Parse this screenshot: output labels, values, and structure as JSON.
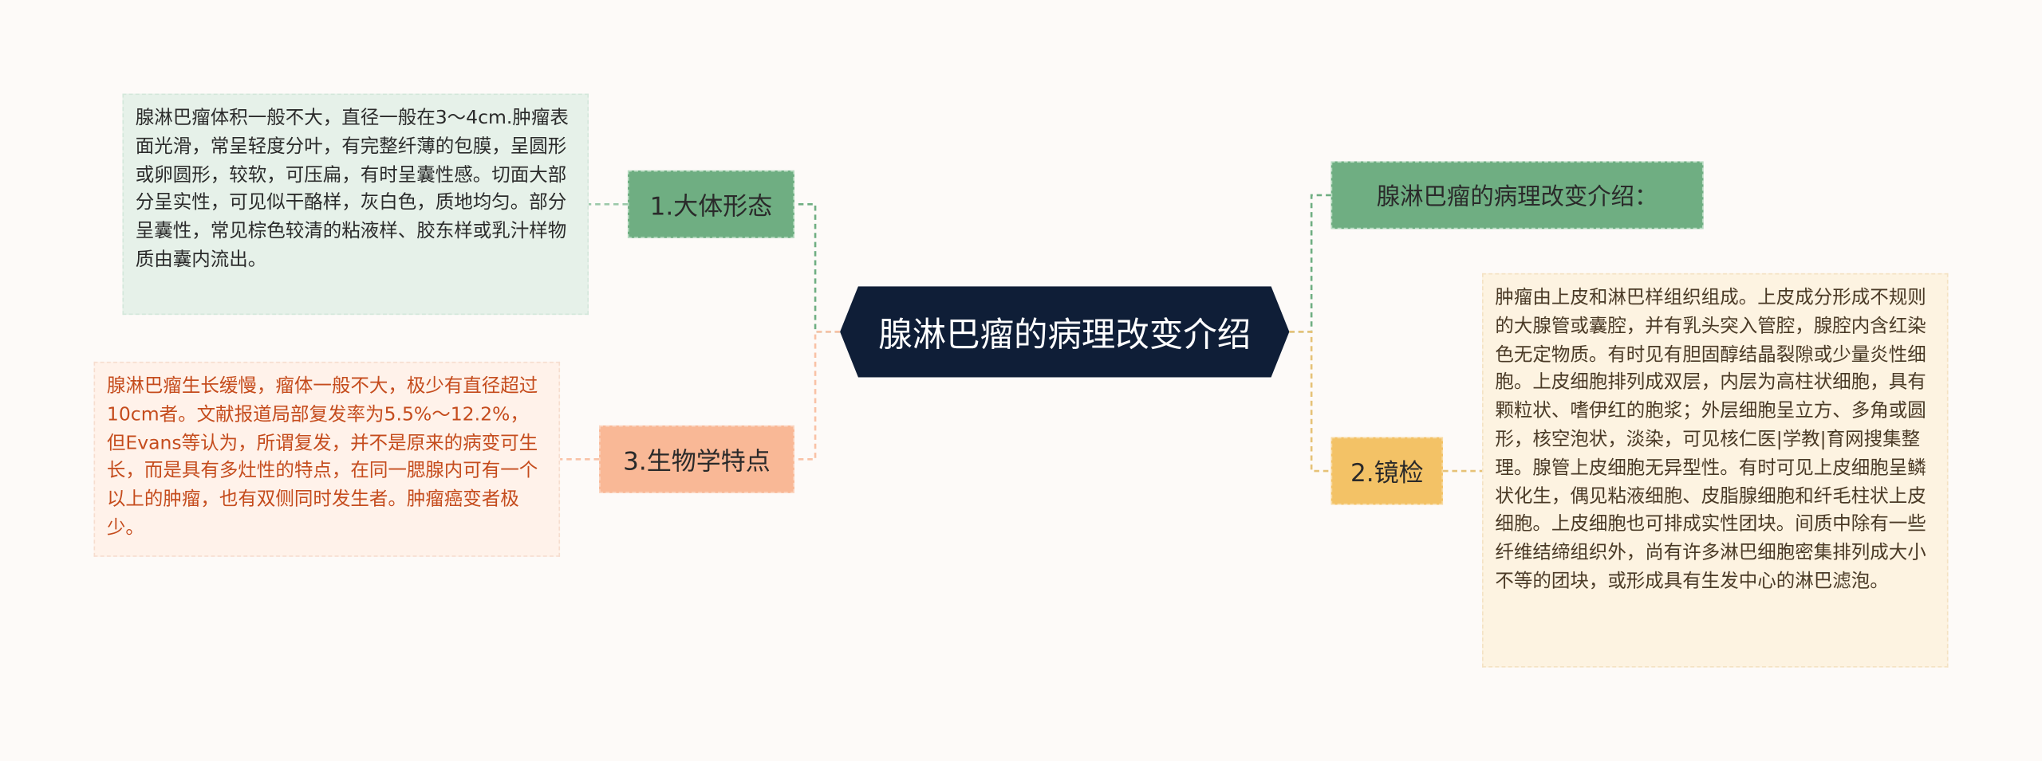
{
  "center": {
    "label": "腺淋巴瘤的病理改变介绍"
  },
  "branches": {
    "gross": {
      "label": "1.大体形态",
      "detail": "腺淋巴瘤体积一般不大，直径一般在3～4cm.肿瘤表面光滑，常呈轻度分叶，有完整纤薄的包膜，呈圆形或卵圆形，较软，可压扁，有时呈囊性感。切面大部分呈实性，可见似干酪样，灰白色，质地均匀。部分呈囊性，常见棕色较清的粘液样、胶东样或乳汁样物质由囊内流出。"
    },
    "biology": {
      "label": "3.生物学特点",
      "detail": "腺淋巴瘤生长缓慢，瘤体一般不大，极少有直径超过10cm者。文献报道局部复发率为5.5%～12.2%，但Evans等认为，所谓复发，并不是原来的病变可生长，而是具有多灶性的特点，在同一腮腺内可有一个以上的肿瘤，也有双侧同时发生者。肿瘤癌变者极少。"
    },
    "intro": {
      "label": "腺淋巴瘤的病理改变介绍："
    },
    "microscopy": {
      "label": "2.镜检",
      "detail": "肿瘤由上皮和淋巴样组织组成。上皮成分形成不规则的大腺管或囊腔，并有乳头突入管腔，腺腔内含红染色无定物质。有时见有胆固醇结晶裂隙或少量炎性细胞。上皮细胞排列成双层，内层为高柱状细胞，具有颗粒状、嗜伊红的胞浆；外层细胞呈立方、多角或圆形，核空泡状，淡染，可见核仁医|学教|育网搜集整理。腺管上皮细胞无异型性。有时可见上皮细胞呈鳞状化生，偶见粘液细胞、皮脂腺细胞和纤毛柱状上皮细胞。上皮细胞也可排成实性团块。间质中除有一些纤维结缔组织外，尚有许多淋巴细胞密集排列成大小不等的团块，或形成具有生发中心的淋巴滤泡。"
    }
  },
  "colors": {
    "background": "#fdfaf8",
    "center_fill": "#0f1e37",
    "green_branch": "#6fae82",
    "salmon_branch": "#f9b896",
    "gold_branch": "#f3c266",
    "green_leaf": "#e6f1e9",
    "salmon_leaf": "#fff2ea",
    "gold_leaf": "#fdf3e1",
    "salmon_text": "#c54c1d"
  }
}
